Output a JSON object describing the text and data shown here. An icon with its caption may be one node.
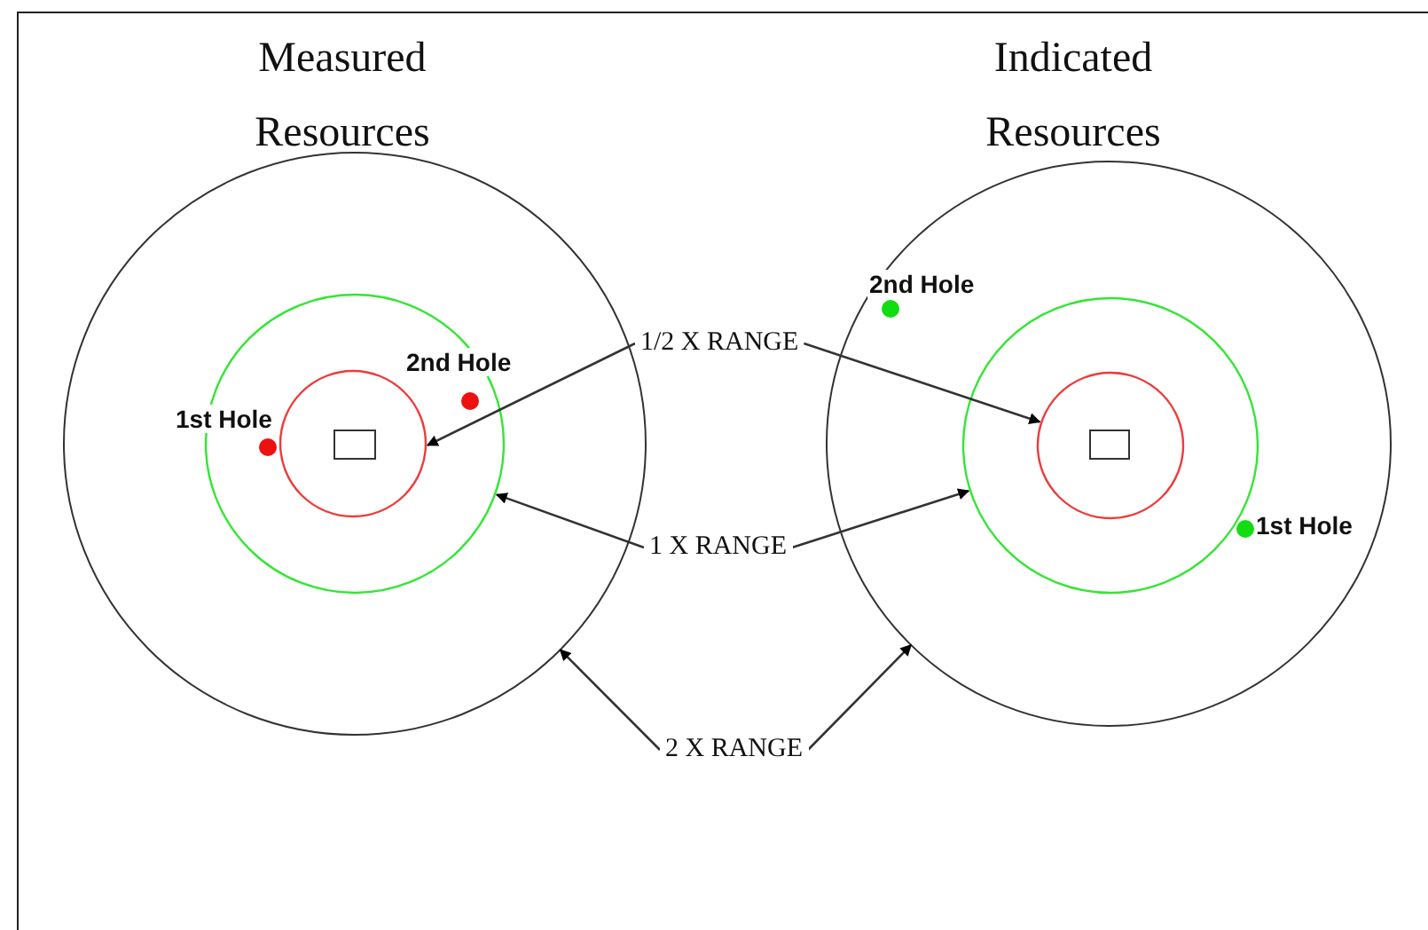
{
  "diagram": {
    "nodes": [
      {
        "text": [
          "Measured Resources"
        ]
      },
      {
        "text": [],
        "shape": "circle",
        "in": 0
      },
      {
        "text": [],
        "shape": "circle",
        "in": 1
      },
      {
        "text": [],
        "shape": "box",
        "in": 2
      },
      {
        "text": [
          "2nd Hole"
        ],
        "in": 1
      },
      {
        "text": [
          "1st Hole"
        ],
        "in": 1
      },
      {
        "text": [
          "Indicated Resources"
        ]
      },
      {
        "text": [],
        "shape": "circle",
        "in": 6
      },
      {
        "text": [],
        "shape": "circle",
        "in": 7
      },
      {
        "text": [],
        "shape": "box",
        "in": 8
      },
      {
        "text": [
          "2nd Hole"
        ],
        "in": 6
      },
      {
        "text": [
          "1st Hole"
        ],
        "in": 6
      },
      {
        "text": [
          "1/2 X RANGE"
        ]
      },
      {
        "text": [
          "1 X RANGE"
        ]
      },
      {
        "text": [
          "2 X RANGE"
        ]
      }
    ],
    "edges": [
      {
        "from": 12,
        "to": 2,
        "arrow": "to"
      },
      {
        "from": 12,
        "to": 8,
        "arrow": "to"
      },
      {
        "from": 13,
        "to": 1,
        "arrow": "to"
      },
      {
        "from": 13,
        "to": 7,
        "arrow": "to"
      },
      {
        "from": 14,
        "to": 0,
        "arrow": "to"
      },
      {
        "from": 14,
        "to": 6,
        "arrow": "to"
      }
    ]
  }
}
